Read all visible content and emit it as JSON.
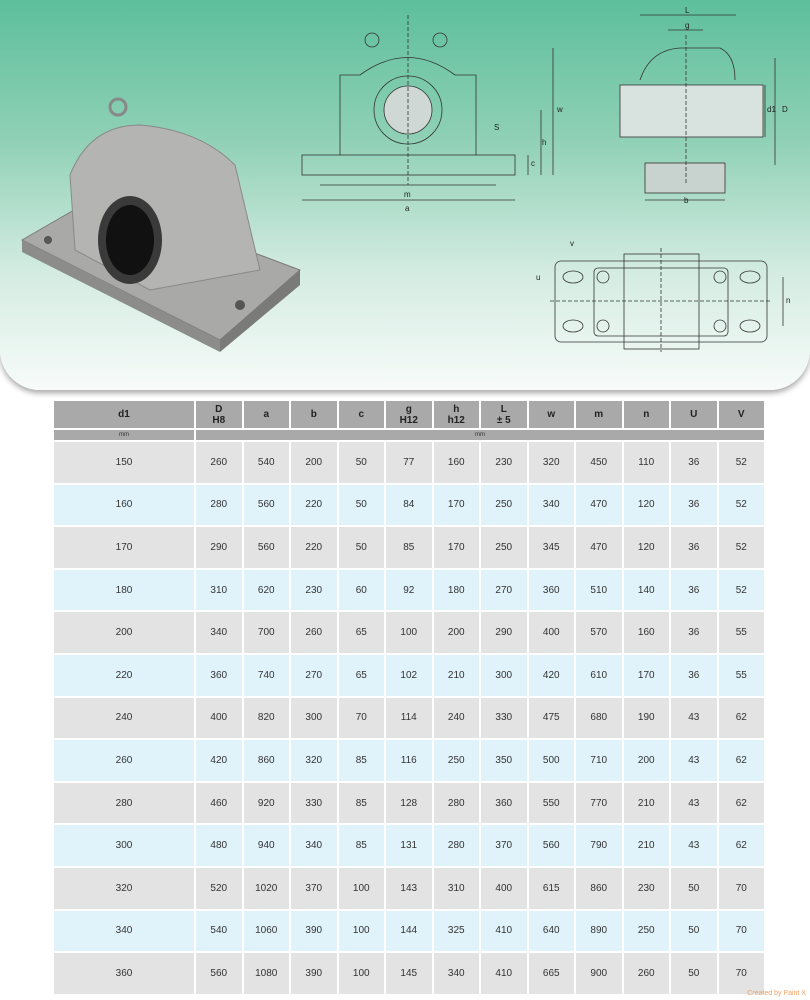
{
  "diagram_labels": {
    "front": [
      "w",
      "h",
      "c",
      "S",
      "m",
      "a"
    ],
    "side": [
      "L",
      "g",
      "d1",
      "D",
      "b"
    ],
    "top": [
      "v",
      "u",
      "n"
    ]
  },
  "table": {
    "headers": [
      [
        "d1",
        ""
      ],
      [
        "D",
        "H8"
      ],
      [
        "a",
        ""
      ],
      [
        "b",
        ""
      ],
      [
        "c",
        ""
      ],
      [
        "g",
        "H12"
      ],
      [
        "h",
        "h12"
      ],
      [
        "L",
        "± 5"
      ],
      [
        "w",
        ""
      ],
      [
        "m",
        ""
      ],
      [
        "n",
        ""
      ],
      [
        "U",
        ""
      ],
      [
        "V",
        ""
      ]
    ],
    "units": [
      "mm",
      "mm"
    ],
    "rows": [
      [
        "150",
        "260",
        "540",
        "200",
        "50",
        "77",
        "160",
        "230",
        "320",
        "450",
        "110",
        "36",
        "52"
      ],
      [
        "160",
        "280",
        "560",
        "220",
        "50",
        "84",
        "170",
        "250",
        "340",
        "470",
        "120",
        "36",
        "52"
      ],
      [
        "170",
        "290",
        "560",
        "220",
        "50",
        "85",
        "170",
        "250",
        "345",
        "470",
        "120",
        "36",
        "52"
      ],
      [
        "180",
        "310",
        "620",
        "230",
        "60",
        "92",
        "180",
        "270",
        "360",
        "510",
        "140",
        "36",
        "52"
      ],
      [
        "200",
        "340",
        "700",
        "260",
        "65",
        "100",
        "200",
        "290",
        "400",
        "570",
        "160",
        "36",
        "55"
      ],
      [
        "220",
        "360",
        "740",
        "270",
        "65",
        "102",
        "210",
        "300",
        "420",
        "610",
        "170",
        "36",
        "55"
      ],
      [
        "240",
        "400",
        "820",
        "300",
        "70",
        "114",
        "240",
        "330",
        "475",
        "680",
        "190",
        "43",
        "62"
      ],
      [
        "260",
        "420",
        "860",
        "320",
        "85",
        "116",
        "250",
        "350",
        "500",
        "710",
        "200",
        "43",
        "62"
      ],
      [
        "280",
        "460",
        "920",
        "330",
        "85",
        "128",
        "280",
        "360",
        "550",
        "770",
        "210",
        "43",
        "62"
      ],
      [
        "300",
        "480",
        "940",
        "340",
        "85",
        "131",
        "280",
        "370",
        "560",
        "790",
        "210",
        "43",
        "62"
      ],
      [
        "320",
        "520",
        "1020",
        "370",
        "100",
        "143",
        "310",
        "400",
        "615",
        "860",
        "230",
        "50",
        "70"
      ],
      [
        "340",
        "540",
        "1060",
        "390",
        "100",
        "144",
        "325",
        "410",
        "640",
        "890",
        "250",
        "50",
        "70"
      ],
      [
        "360",
        "560",
        "1080",
        "390",
        "100",
        "145",
        "340",
        "410",
        "665",
        "900",
        "260",
        "50",
        "70"
      ]
    ]
  },
  "credit": "Created by Paint X"
}
